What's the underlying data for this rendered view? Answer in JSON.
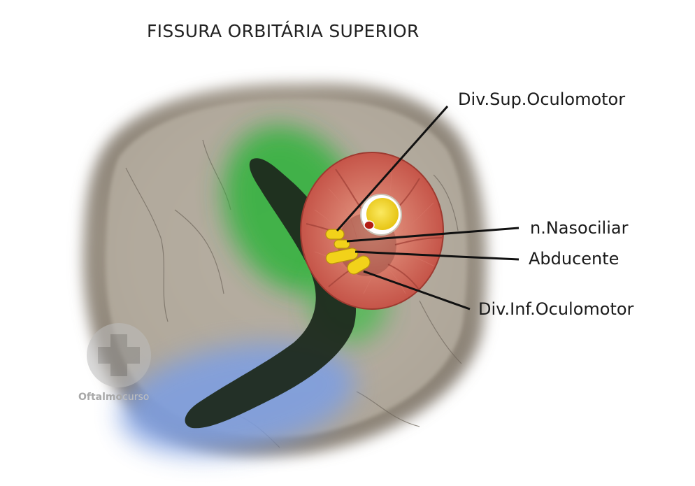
{
  "diagram": {
    "title": "FISSURA ORBITÁRIA SUPERIOR",
    "labels": {
      "div_sup_oculomotor": "Div.Sup.Oculomotor",
      "n_nasociliar": "n.Nasociliar",
      "abducente": "Abducente",
      "div_inf_oculomotor": "Div.Inf.Oculomotor"
    },
    "watermark": {
      "brand_bold": "Oftalmo",
      "brand_light": "curso"
    },
    "colors": {
      "bone": "#b2aa9c",
      "fissure_green": "#2fb33a",
      "fissure_blue": "#7f9fe0",
      "fissure_dark": "#1d2a1d",
      "muscle_red": "#c8564a",
      "nerve_yellow": "#f2d21a",
      "optic_nerve": "#f4dd2e",
      "artery": "#b31c14"
    }
  }
}
